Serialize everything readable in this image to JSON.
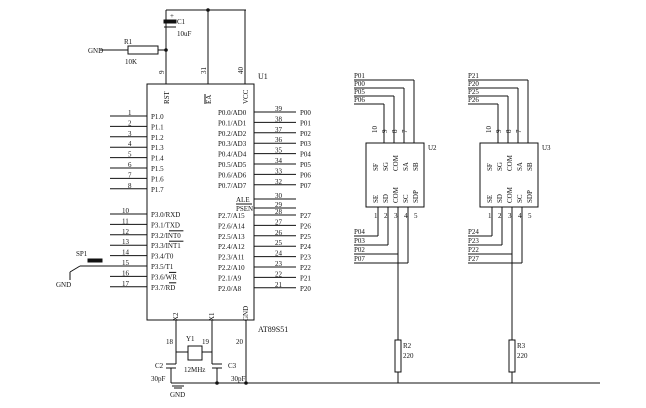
{
  "u1": {
    "ref": "U1",
    "part": "AT89S51",
    "top_pins": [
      {
        "name": "RST",
        "num": "9",
        "over": false
      },
      {
        "name": "EA",
        "num": "31",
        "over": true
      },
      {
        "name": "VCC",
        "num": "40",
        "over": false
      }
    ],
    "bottom_pins": [
      {
        "name": "X2",
        "num": "18"
      },
      {
        "name": "X1",
        "num": "19"
      },
      {
        "name": "GND",
        "num": "20"
      }
    ],
    "p1": [
      {
        "num": "1",
        "name": "P1.0"
      },
      {
        "num": "2",
        "name": "P1.1"
      },
      {
        "num": "3",
        "name": "P1.2"
      },
      {
        "num": "4",
        "name": "P1.3"
      },
      {
        "num": "5",
        "name": "P1.4"
      },
      {
        "num": "6",
        "name": "P1.5"
      },
      {
        "num": "7",
        "name": "P1.6"
      },
      {
        "num": "8",
        "name": "P1.7"
      }
    ],
    "p3": [
      {
        "num": "10",
        "name": "P3.0/RXD",
        "over": ""
      },
      {
        "num": "11",
        "name": "P3.1/TXD",
        "over": ""
      },
      {
        "num": "12",
        "name": "P3.2/INT0",
        "over": "INT0"
      },
      {
        "num": "13",
        "name": "P3.3/INT1",
        "over": "INT1"
      },
      {
        "num": "14",
        "name": "P3.4/T0",
        "over": ""
      },
      {
        "num": "15",
        "name": "P3.5/T1",
        "over": ""
      },
      {
        "num": "16",
        "name": "P3.6/WR",
        "over": "WR"
      },
      {
        "num": "17",
        "name": "P3.7/RD",
        "over": "RD"
      }
    ],
    "p0": [
      {
        "num": "39",
        "name": "P0.0/AD0",
        "net": "P00"
      },
      {
        "num": "38",
        "name": "P0.1/AD1",
        "net": "P01"
      },
      {
        "num": "37",
        "name": "P0.2/AD2",
        "net": "P02"
      },
      {
        "num": "36",
        "name": "P0.3/AD3",
        "net": "P03"
      },
      {
        "num": "35",
        "name": "P0.4/AD4",
        "net": "P04"
      },
      {
        "num": "34",
        "name": "P0.5/AD5",
        "net": "P05"
      },
      {
        "num": "33",
        "name": "P0.6/AD6",
        "net": "P06"
      },
      {
        "num": "32",
        "name": "P0.7/AD7",
        "net": "P07"
      }
    ],
    "ctrl": [
      {
        "num": "30",
        "name": "ALE",
        "over": false
      },
      {
        "num": "29",
        "name": "PSEN",
        "over": true
      }
    ],
    "p2": [
      {
        "num": "28",
        "name": "P2.7/A15",
        "net": "P27"
      },
      {
        "num": "27",
        "name": "P2.6/A14",
        "net": "P26"
      },
      {
        "num": "26",
        "name": "P2.5/A13",
        "net": "P25"
      },
      {
        "num": "25",
        "name": "P2.4/A12",
        "net": "P24"
      },
      {
        "num": "24",
        "name": "P2.3/A11",
        "net": "P23"
      },
      {
        "num": "23",
        "name": "P2.2/A10",
        "net": "P22"
      },
      {
        "num": "22",
        "name": "P2.1/A9",
        "net": "P21"
      },
      {
        "num": "21",
        "name": "P2.0/A8",
        "net": "P20"
      }
    ]
  },
  "c1": {
    "ref": "C1",
    "value": "10uF",
    "plus": "+"
  },
  "r1": {
    "ref": "R1",
    "value": "10K",
    "gnd": "GND"
  },
  "sp1": {
    "ref": "SP1",
    "gnd": "GND"
  },
  "y1": {
    "ref": "Y1",
    "freq": "12MHz"
  },
  "c2": {
    "ref": "C2",
    "value": "30pF"
  },
  "c3": {
    "ref": "C3",
    "value": "30pF"
  },
  "gnd_bottom": "GND",
  "displays": [
    {
      "ref": "U2",
      "nets_top": [
        "P01",
        "P00",
        "P05",
        "P06"
      ],
      "top_nums": [
        "10",
        "9",
        "8",
        "7"
      ],
      "top_segs": [
        "SF",
        "SG",
        "COM",
        "SA",
        "SB"
      ],
      "bot_segs": [
        "SE",
        "SD",
        "COM",
        "SC",
        "SDP"
      ],
      "bot_nums": [
        "1",
        "2",
        "3",
        "4",
        "5"
      ],
      "nets_bot": [
        "P04",
        "P03",
        "P02",
        "P07"
      ],
      "r_ref": "R2",
      "r_value": "220"
    },
    {
      "ref": "U3",
      "nets_top": [
        "P21",
        "P20",
        "P25",
        "P26"
      ],
      "top_nums": [
        "10",
        "9",
        "8",
        "7"
      ],
      "top_segs": [
        "SF",
        "SG",
        "COM",
        "SA",
        "SB"
      ],
      "bot_segs": [
        "SE",
        "SD",
        "COM",
        "SC",
        "SDP"
      ],
      "bot_nums": [
        "1",
        "2",
        "3",
        "4",
        "5"
      ],
      "nets_bot": [
        "P24",
        "P23",
        "P22",
        "P27"
      ],
      "r_ref": "R3",
      "r_value": "220"
    }
  ]
}
